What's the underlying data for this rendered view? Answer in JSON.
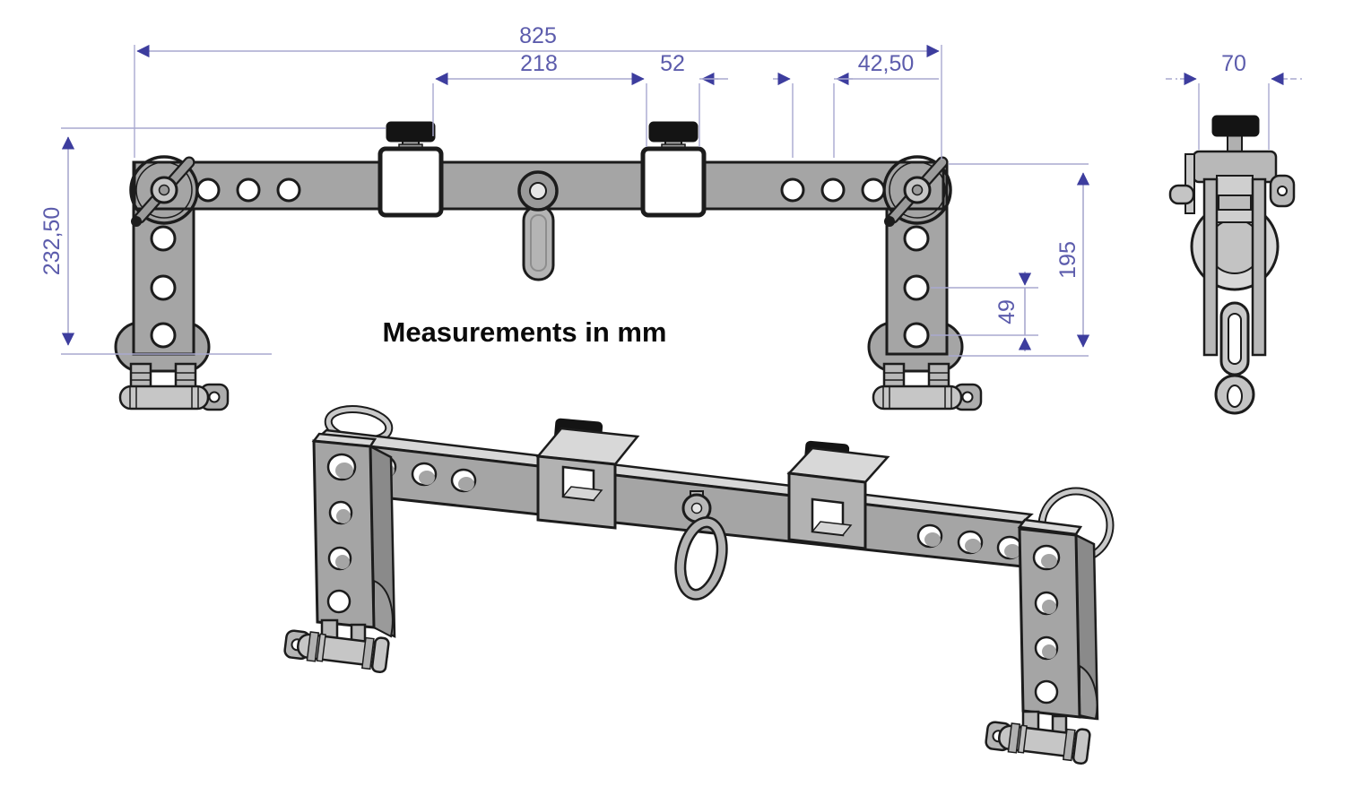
{
  "note": "Measurements in mm",
  "colors": {
    "dimension_text": "#5c5cac",
    "dimension_line": "#a9a9cf",
    "arrow": "#3d3d9e",
    "outline": "#1c1c1c",
    "steel_gray": "#a5a5a5",
    "knob_black": "#141414",
    "background": "#ffffff"
  },
  "front": {
    "dims": {
      "overall_width": "825",
      "clamp_span": "218",
      "clamp_width": "52",
      "hole_pitch": "42,50",
      "overall_height": "232,50",
      "end_height": "195",
      "lower_hole_pitch": "49"
    }
  },
  "side": {
    "dims": {
      "width": "70"
    }
  }
}
